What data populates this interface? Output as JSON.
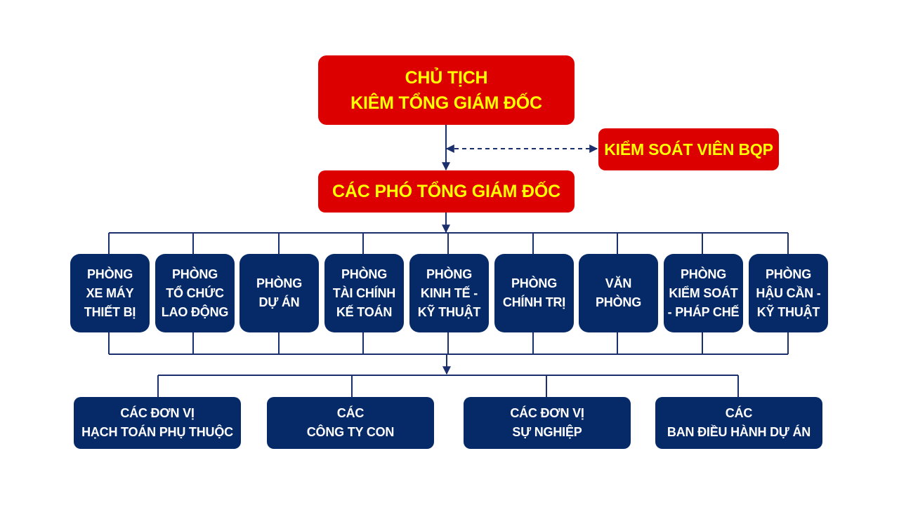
{
  "chairman": {
    "line1": "CHỦ TỊCH",
    "line2": "KIÊM TỔNG GIÁM ĐỐC"
  },
  "controller": {
    "label": "KIỂM SOÁT VIÊN BQP"
  },
  "vice_directors": {
    "label": "CÁC PHÓ TỔNG GIÁM ĐỐC"
  },
  "departments": [
    {
      "lines": [
        "PHÒNG",
        "XE MÁY",
        "THIẾT BỊ"
      ]
    },
    {
      "lines": [
        "PHÒNG",
        "TỔ CHỨC",
        "LAO ĐỘNG"
      ]
    },
    {
      "lines": [
        "PHÒNG",
        "DỰ ÁN"
      ]
    },
    {
      "lines": [
        "PHÒNG",
        "TÀI CHÍNH",
        "KẾ TOÁN"
      ]
    },
    {
      "lines": [
        "PHÒNG",
        "KINH TẾ -",
        "KỸ THUẬT"
      ]
    },
    {
      "lines": [
        "PHÒNG",
        "CHÍNH TRỊ"
      ]
    },
    {
      "lines": [
        "VĂN",
        "PHÒNG"
      ]
    },
    {
      "lines": [
        "PHÒNG",
        "KIỂM SOÁT",
        "- PHÁP CHẾ"
      ]
    },
    {
      "lines": [
        "PHÒNG",
        "HẬU CẦN -",
        "KỸ THUẬT"
      ]
    }
  ],
  "units": [
    {
      "lines": [
        "CÁC ĐƠN VỊ",
        "HẠCH TOÁN PHỤ THUỘC"
      ]
    },
    {
      "lines": [
        "CÁC",
        "CÔNG TY CON"
      ]
    },
    {
      "lines": [
        "CÁC ĐƠN VỊ",
        "SỰ NGHIỆP"
      ]
    },
    {
      "lines": [
        "CÁC",
        "BAN ĐIỀU HÀNH DỰ ÁN"
      ]
    }
  ],
  "colors": {
    "red": "#dd0000",
    "yellow": "#ffff00",
    "navy": "#062a68",
    "line": "#1b2f6e"
  }
}
